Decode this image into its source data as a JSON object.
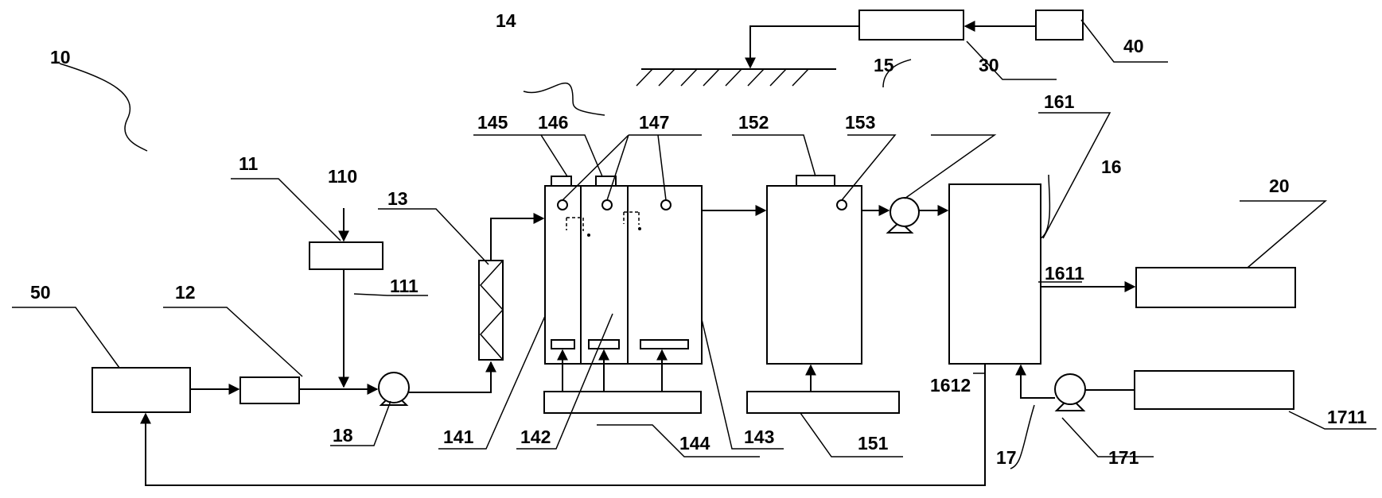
{
  "labels": {
    "l10": "10",
    "l11": "11",
    "l110": "110",
    "l111": "111",
    "l12": "12",
    "l13": "13",
    "l14": "14",
    "l141": "141",
    "l142": "142",
    "l143": "143",
    "l144": "144",
    "l145": "145",
    "l146": "146",
    "l147": "147",
    "l15": "15",
    "l151": "151",
    "l152": "152",
    "l153": "153",
    "l16": "16",
    "l161": "161",
    "l1611": "1611",
    "l1612": "1612",
    "l17": "17",
    "l171": "171",
    "l1711": "1711",
    "l18": "18",
    "l20": "20",
    "l30": "30",
    "l40": "40",
    "l50": "50"
  }
}
